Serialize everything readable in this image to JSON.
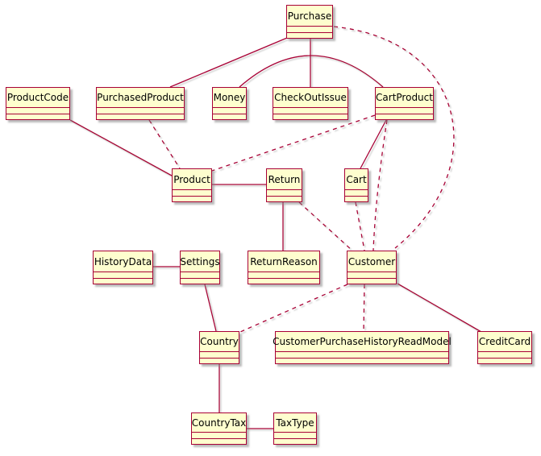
{
  "diagram": {
    "kind": "uml-class-diagram",
    "background_color": "#FFFFFF",
    "style": {
      "class_fill_color": "#FEFECE",
      "class_border_color": "#A80036",
      "edge_color": "#A80036",
      "shadow_color": "#999999",
      "text_color": "#000000"
    },
    "classes": [
      {
        "name": "Purchase"
      },
      {
        "name": "ProductCode"
      },
      {
        "name": "PurchasedProduct"
      },
      {
        "name": "Money"
      },
      {
        "name": "CheckOutIssue"
      },
      {
        "name": "CartProduct"
      },
      {
        "name": "Product"
      },
      {
        "name": "Return"
      },
      {
        "name": "Cart"
      },
      {
        "name": "HistoryData"
      },
      {
        "name": "Settings"
      },
      {
        "name": "ReturnReason"
      },
      {
        "name": "Customer"
      },
      {
        "name": "Country"
      },
      {
        "name": "CustomerPurchaseHistoryReadModel"
      },
      {
        "name": "CreditCard"
      },
      {
        "name": "CountryTax"
      },
      {
        "name": "TaxType"
      }
    ],
    "relationships": [
      {
        "from": "Purchase",
        "to": "PurchasedProduct",
        "style": "solid"
      },
      {
        "from": "Purchase",
        "to": "CheckOutIssue",
        "style": "solid"
      },
      {
        "from": "Money",
        "to": "CartProduct",
        "style": "solid"
      },
      {
        "from": "ProductCode",
        "to": "Product",
        "style": "solid"
      },
      {
        "from": "Product",
        "to": "Return",
        "style": "solid"
      },
      {
        "from": "CartProduct",
        "to": "Cart",
        "style": "solid"
      },
      {
        "from": "Return",
        "to": "ReturnReason",
        "style": "solid"
      },
      {
        "from": "HistoryData",
        "to": "Settings",
        "style": "solid"
      },
      {
        "from": "Settings",
        "to": "Country",
        "style": "solid"
      },
      {
        "from": "Customer",
        "to": "CreditCard",
        "style": "solid"
      },
      {
        "from": "Country",
        "to": "CountryTax",
        "style": "solid"
      },
      {
        "from": "CountryTax",
        "to": "TaxType",
        "style": "solid"
      },
      {
        "from": "PurchasedProduct",
        "to": "Product",
        "style": "dashed"
      },
      {
        "from": "CartProduct",
        "to": "Product",
        "style": "dashed"
      },
      {
        "from": "Return",
        "to": "Customer",
        "style": "dashed"
      },
      {
        "from": "Cart",
        "to": "Customer",
        "style": "dashed"
      },
      {
        "from": "CartProduct",
        "to": "Customer",
        "style": "dashed"
      },
      {
        "from": "Purchase",
        "to": "Customer",
        "style": "dashed"
      },
      {
        "from": "Customer",
        "to": "Country",
        "style": "dashed"
      },
      {
        "from": "Customer",
        "to": "CustomerPurchaseHistoryReadModel",
        "style": "dashed"
      }
    ]
  }
}
